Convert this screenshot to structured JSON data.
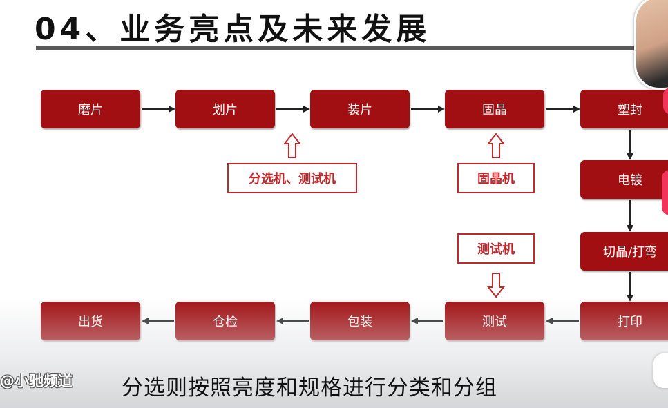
{
  "slide": {
    "title": "04、业务亮点及未来发展"
  },
  "flow": {
    "row1": [
      "磨片",
      "划片",
      "装片",
      "固晶",
      "塑封"
    ],
    "right_column": [
      "电镀",
      "切晶/打弯"
    ],
    "row2": [
      "出货",
      "仓检",
      "包装",
      "测试",
      "打印"
    ],
    "equipment_labels": {
      "sorter_tester": "分选机、测试机",
      "die_bonder": "固晶机",
      "tester": "测试机"
    }
  },
  "overlay": {
    "channel_watermark": "@小驰频道",
    "caption": "分选则按照亮度和规格进行分类和分组"
  },
  "colors": {
    "box_fill": "#a10f12",
    "label_border": "#c0282b",
    "title_rule": "#5a5a5a"
  }
}
